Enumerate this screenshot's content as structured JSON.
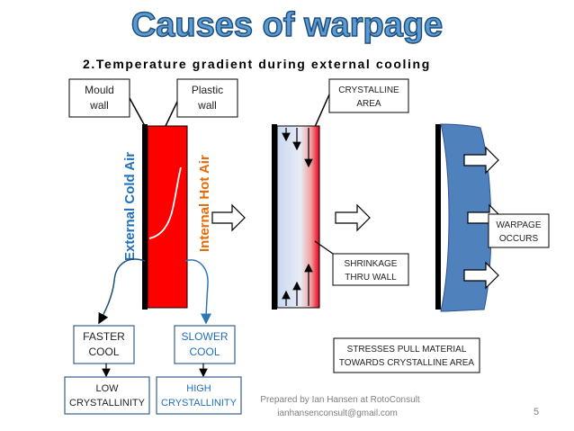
{
  "title": "Causes of warpage",
  "subtitle": "2.Temperature gradient during external cooling",
  "labels": {
    "mould_wall": [
      "Mould",
      "wall"
    ],
    "plastic_wall": [
      "Plastic",
      "wall"
    ],
    "crystalline_area": [
      "CRYSTALLINE",
      "AREA"
    ],
    "external_cold_air": "External Cold Air",
    "internal_hot_air": "Internal Hot Air",
    "shrinkage": [
      "SHRINKAGE",
      "THRU WALL"
    ],
    "warpage": [
      "WARPAGE",
      "OCCURS"
    ],
    "faster_cool": [
      "FASTER",
      "COOL"
    ],
    "slower_cool": [
      "SLOWER",
      "COOL"
    ],
    "low_crystallinity": [
      "LOW",
      "CRYSTALLINITY"
    ],
    "high_crystallinity": [
      "HIGH",
      "CRYSTALLINITY"
    ],
    "stresses": [
      "STRESSES PULL MATERIAL",
      "TOWARDS CRYSTALLINE AREA"
    ]
  },
  "footer": {
    "credit": [
      "Prepared by Ian Hansen at RotoConsult",
      "ianhansenconsult@gmail.com"
    ],
    "page_number": "5"
  },
  "colors": {
    "title_fill": "#5b9bd5",
    "title_stroke": "#1f4e79",
    "cold_text": "#1f6fbf",
    "hot_text": "#e36c09",
    "red_wall": "#ff0000",
    "blue_wall": "#4f81bd",
    "box_border": "#3a5f8a",
    "slower_text": "#1f6fbf"
  }
}
